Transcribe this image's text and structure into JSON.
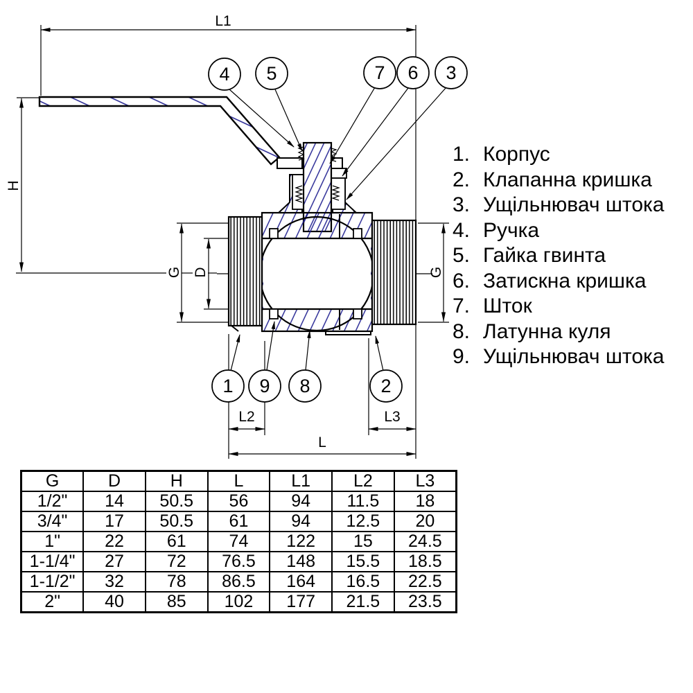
{
  "drawing": {
    "labels": {
      "l1": "L1",
      "h": "H",
      "g_left": "G",
      "d": "D",
      "g_right": "G",
      "l2": "L2",
      "l3": "L3",
      "l": "L"
    },
    "balloons": {
      "b1": "1",
      "b2": "2",
      "b3": "3",
      "b4": "4",
      "b5": "5",
      "b6": "6",
      "b7": "7",
      "b8": "8",
      "b9": "9"
    },
    "colors": {
      "line": "#000000",
      "hatch": "#1e1e8f"
    }
  },
  "parts_list": {
    "items": [
      {
        "num": "1.",
        "label": "Корпус"
      },
      {
        "num": "2.",
        "label": "Клапанна кришка"
      },
      {
        "num": "3.",
        "label": "Ущільнювач штока"
      },
      {
        "num": "4.",
        "label": "Ручка"
      },
      {
        "num": "5.",
        "label": "Гайка гвинта"
      },
      {
        "num": "6.",
        "label": "Затискна кришка"
      },
      {
        "num": "7.",
        "label": "Шток"
      },
      {
        "num": "8.",
        "label": "Латунна куля"
      },
      {
        "num": "9.",
        "label": "Ущільнювач штока"
      }
    ]
  },
  "table": {
    "headers": [
      "G",
      "D",
      "H",
      "L",
      "L1",
      "L2",
      "L3"
    ],
    "rows": [
      [
        "1/2\"",
        "14",
        "50.5",
        "56",
        "94",
        "11.5",
        "18"
      ],
      [
        "3/4\"",
        "17",
        "50.5",
        "61",
        "94",
        "12.5",
        "20"
      ],
      [
        "1\"",
        "22",
        "61",
        "74",
        "122",
        "15",
        "24.5"
      ],
      [
        "1-1/4\"",
        "27",
        "72",
        "76.5",
        "148",
        "15.5",
        "18.5"
      ],
      [
        "1-1/2\"",
        "32",
        "78",
        "86.5",
        "164",
        "16.5",
        "22.5"
      ],
      [
        "2\"",
        "40",
        "85",
        "102",
        "177",
        "21.5",
        "23.5"
      ]
    ]
  }
}
